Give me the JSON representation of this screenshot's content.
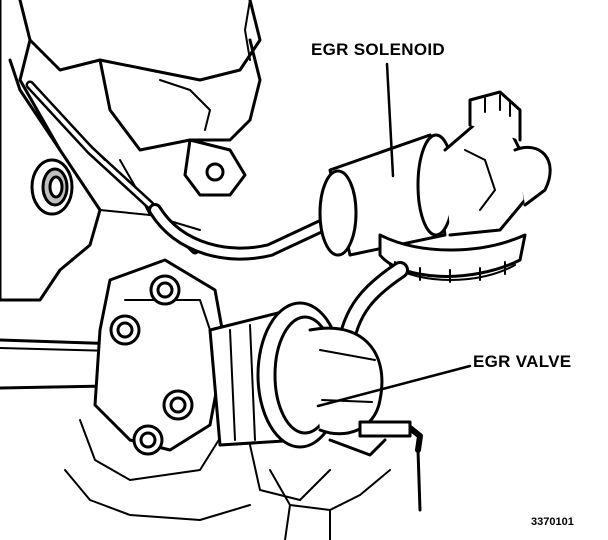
{
  "labels": {
    "egr_solenoid": "EGR SOLENOID",
    "egr_valve": "EGR VALVE",
    "figure_number": "3370101"
  },
  "colors": {
    "ink": "#000000",
    "paper": "#ffffff",
    "shade": "#bfbfbf"
  }
}
